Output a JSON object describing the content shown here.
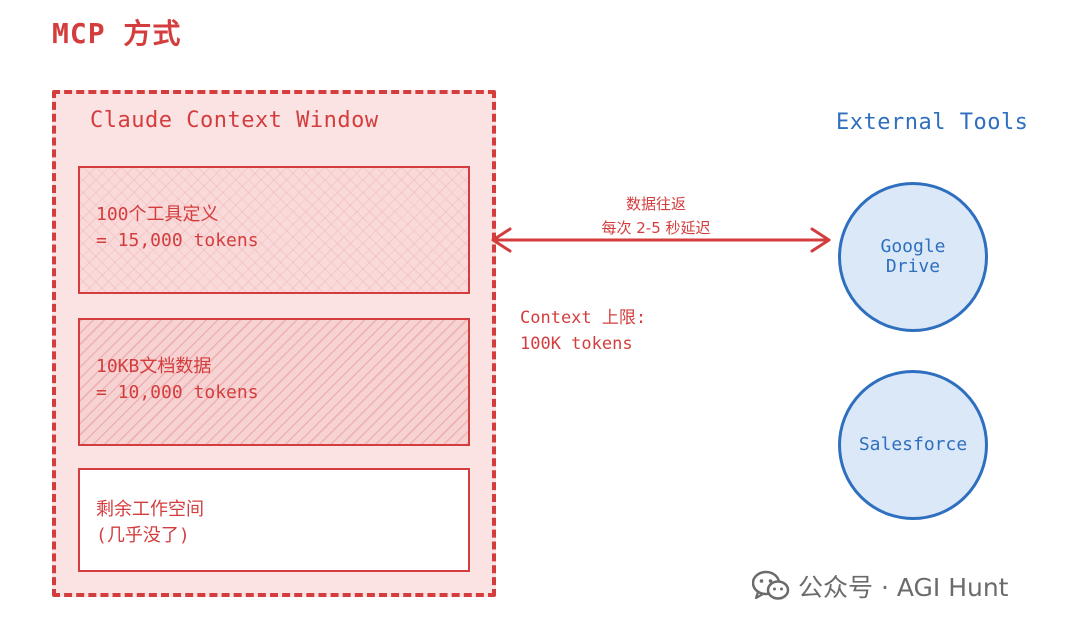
{
  "title": "MCP 方式",
  "context_window": {
    "label": "Claude Context Window",
    "blocks": [
      {
        "lines": [
          "100个工具定义",
          "= 15,000 tokens"
        ]
      },
      {
        "lines": [
          "10KB文档数据",
          "= 10,000 tokens"
        ]
      },
      {
        "lines": [
          "剩余工作空间",
          "(几乎没了)"
        ]
      }
    ]
  },
  "arrow": {
    "lines": [
      "数据往返",
      "每次 2-5 秒延迟"
    ]
  },
  "limit": {
    "lines": [
      "Context 上限:",
      "100K tokens"
    ]
  },
  "external_tools": {
    "title": "External Tools",
    "tools": [
      {
        "lines": [
          "Google",
          "Drive"
        ]
      },
      {
        "lines": [
          "Salesforce"
        ]
      }
    ]
  },
  "watermark": {
    "text": "公众号 · AGI Hunt",
    "icon": "wechat-icon"
  },
  "colors": {
    "red": "#d43d3d",
    "blue": "#2f6fbf",
    "window_fill": "#fbe3e3",
    "tool_fill": "#dbe8f8"
  }
}
